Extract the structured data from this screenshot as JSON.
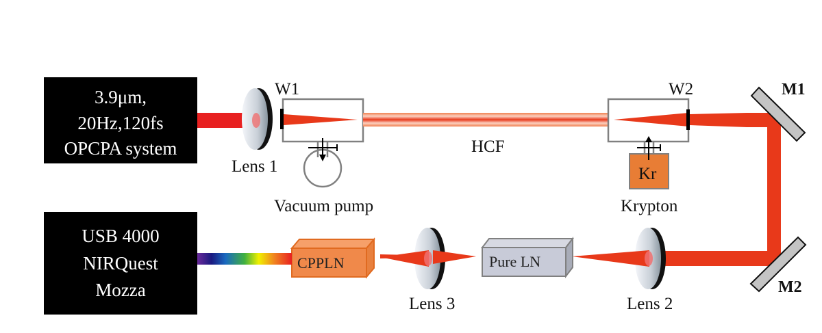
{
  "diagram": {
    "title": "",
    "sources": {
      "laser": {
        "lines": [
          "3.9μm,",
          "20Hz,120fs",
          "OPCPA system"
        ]
      },
      "spectrometer": {
        "lines": [
          "USB 4000",
          "NIRQuest",
          "Mozza"
        ]
      }
    },
    "labels": {
      "w1": "W1",
      "w2": "W2",
      "lens1": "Lens 1",
      "lens2": "Lens 2",
      "lens3": "Lens 3",
      "hcf": "HCF",
      "vacuum_pump": "Vacuum pump",
      "krypton": "Krypton",
      "kr": "Kr",
      "m1": "M1",
      "m2": "M2",
      "cppln": "CPPLN",
      "pure_ln": "Pure LN"
    },
    "colors": {
      "beam": "#e8391a",
      "box_dark": "#000000",
      "cppln": "#f0894a",
      "pure_ln": "#c8cbd8",
      "kr_bottle": "#e87d35",
      "mirror": "#c4c4c4",
      "chamber": "#808080"
    }
  }
}
